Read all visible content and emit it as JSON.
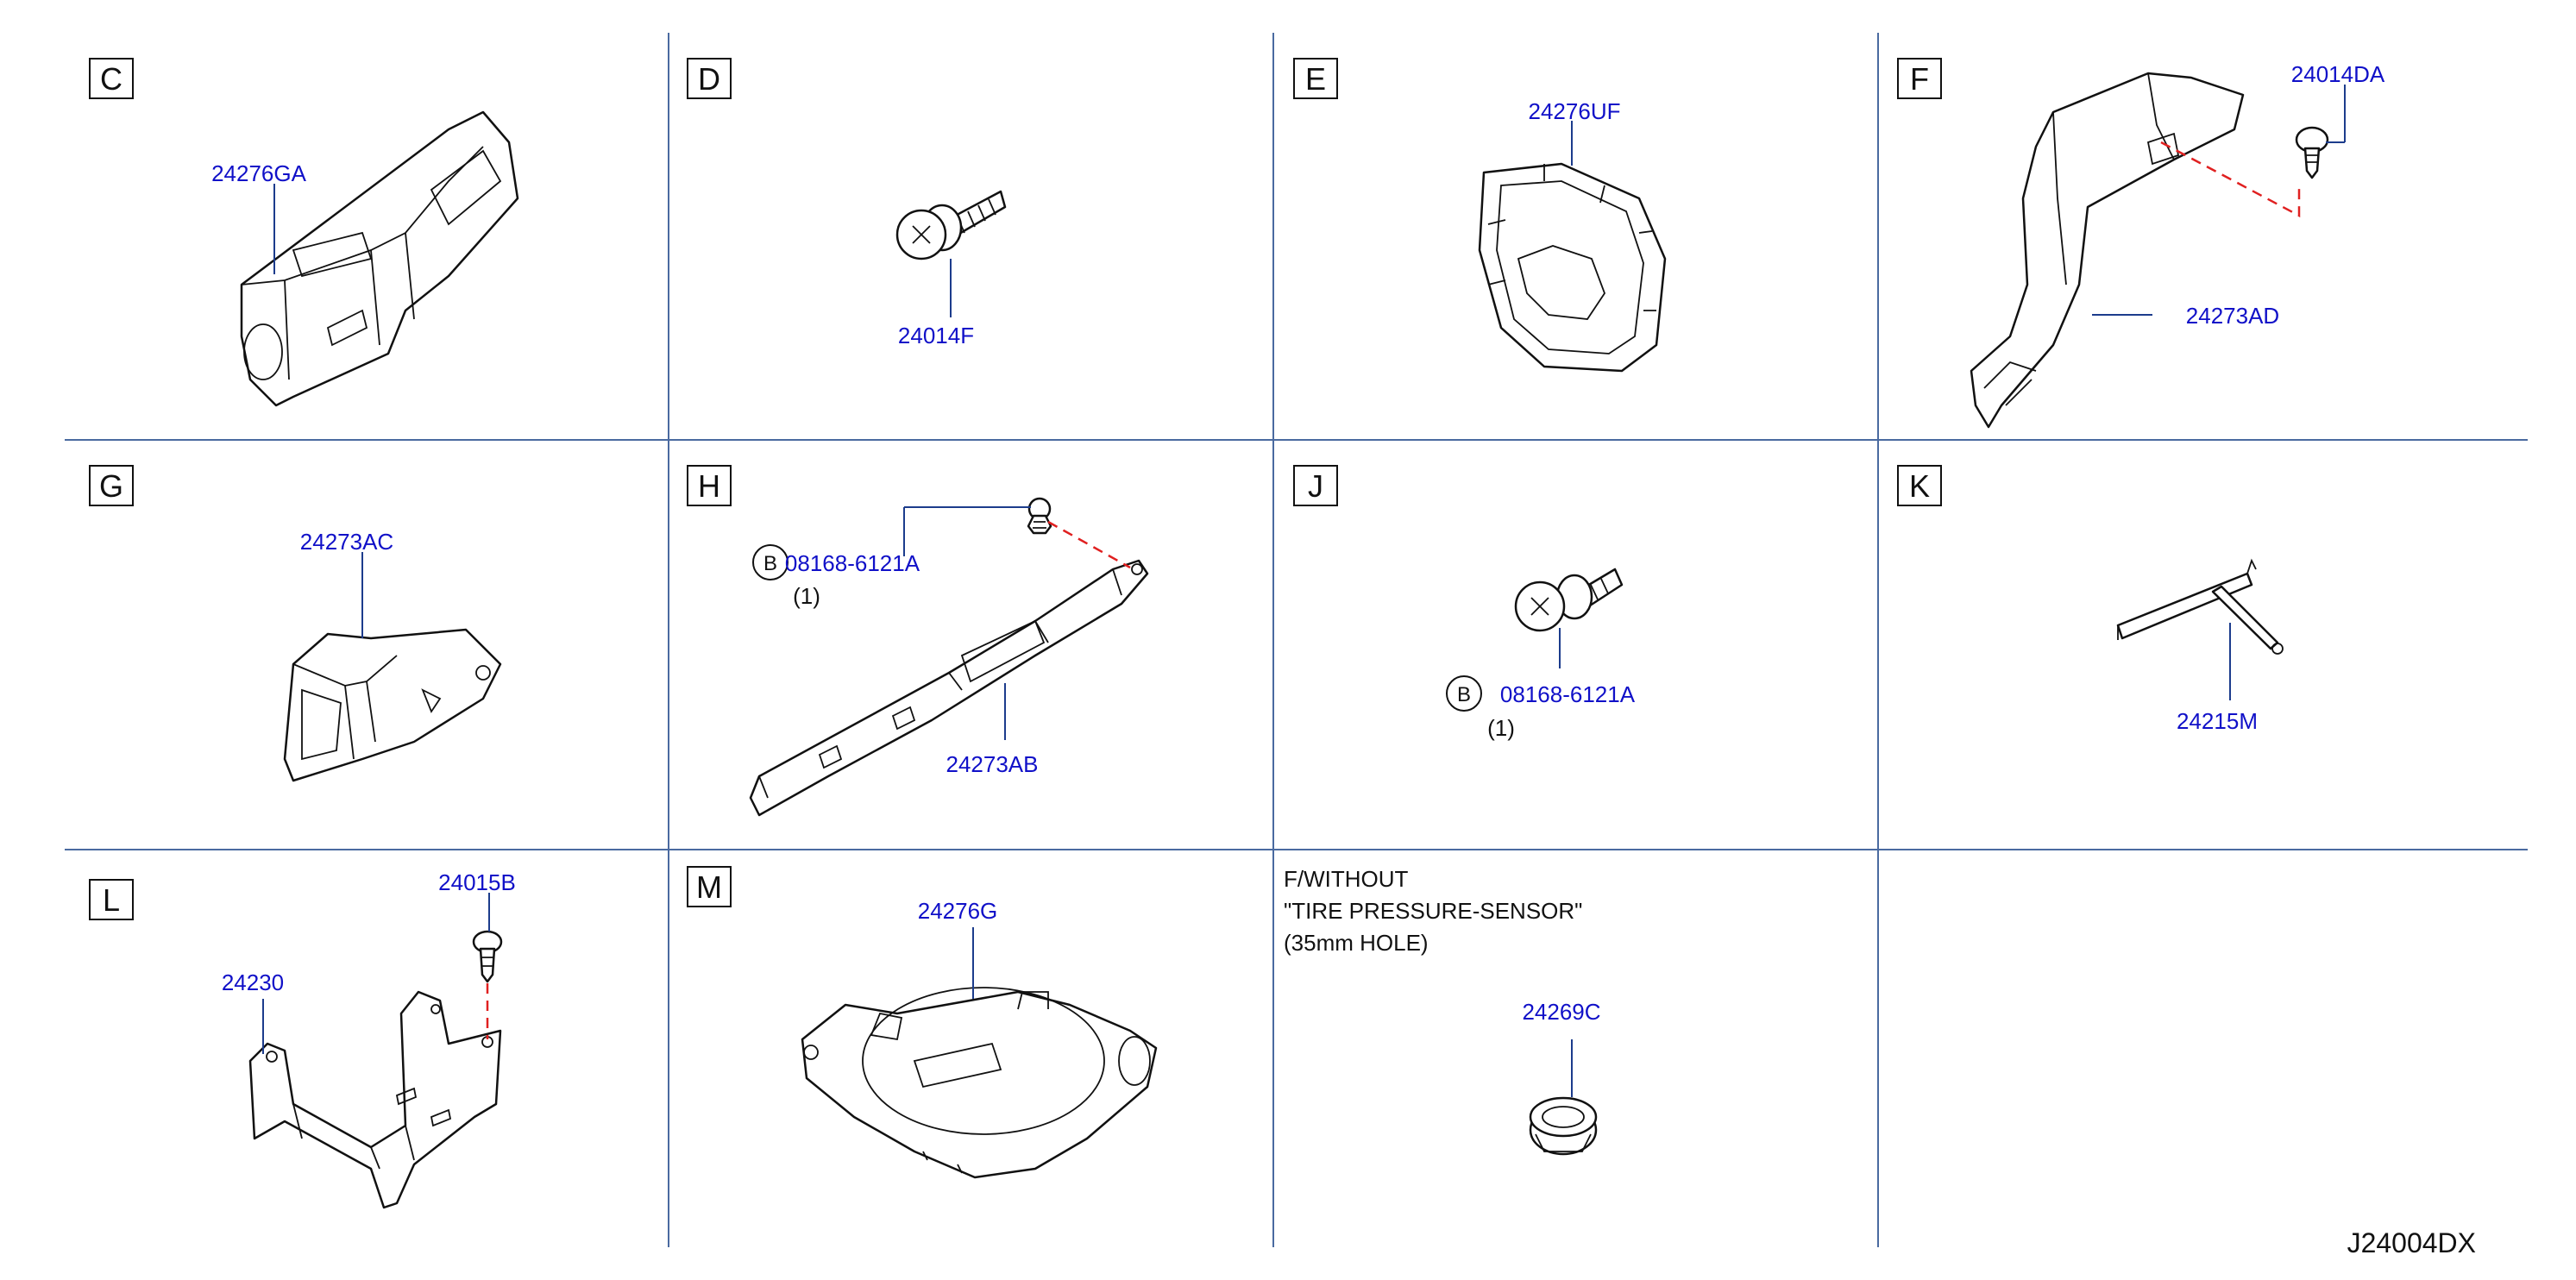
{
  "diagram_code": "J24004DX",
  "sections": [
    {
      "letter": "C",
      "parts": [
        "24276GA"
      ]
    },
    {
      "letter": "D",
      "parts": [
        "24014F"
      ]
    },
    {
      "letter": "E",
      "parts": [
        "24276UF"
      ]
    },
    {
      "letter": "F",
      "parts": [
        "24014DA",
        "24273AD"
      ]
    },
    {
      "letter": "G",
      "parts": [
        "24273AC"
      ]
    },
    {
      "letter": "H",
      "parts": [
        "08168-6121A",
        "24273AB"
      ],
      "callout": "B",
      "qty": "(1)"
    },
    {
      "letter": "J",
      "parts": [
        "08168-6121A"
      ],
      "callout": "B",
      "qty": "(1)"
    },
    {
      "letter": "K",
      "parts": [
        "24215M"
      ]
    },
    {
      "letter": "L",
      "parts": [
        "24015B",
        "24230"
      ]
    },
    {
      "letter": "M",
      "parts": [
        "24276G"
      ]
    },
    {
      "letter": "",
      "parts": [
        "24269C"
      ]
    }
  ],
  "note": {
    "line1": "F/WITHOUT",
    "line2": "\"TIRE   PRESSURE-SENSOR\"",
    "line3": "(35mm   HOLE)"
  },
  "colors": {
    "part_label": "#1010c8",
    "grid": "#4a6aa0",
    "dashed_line": "#e02020"
  }
}
